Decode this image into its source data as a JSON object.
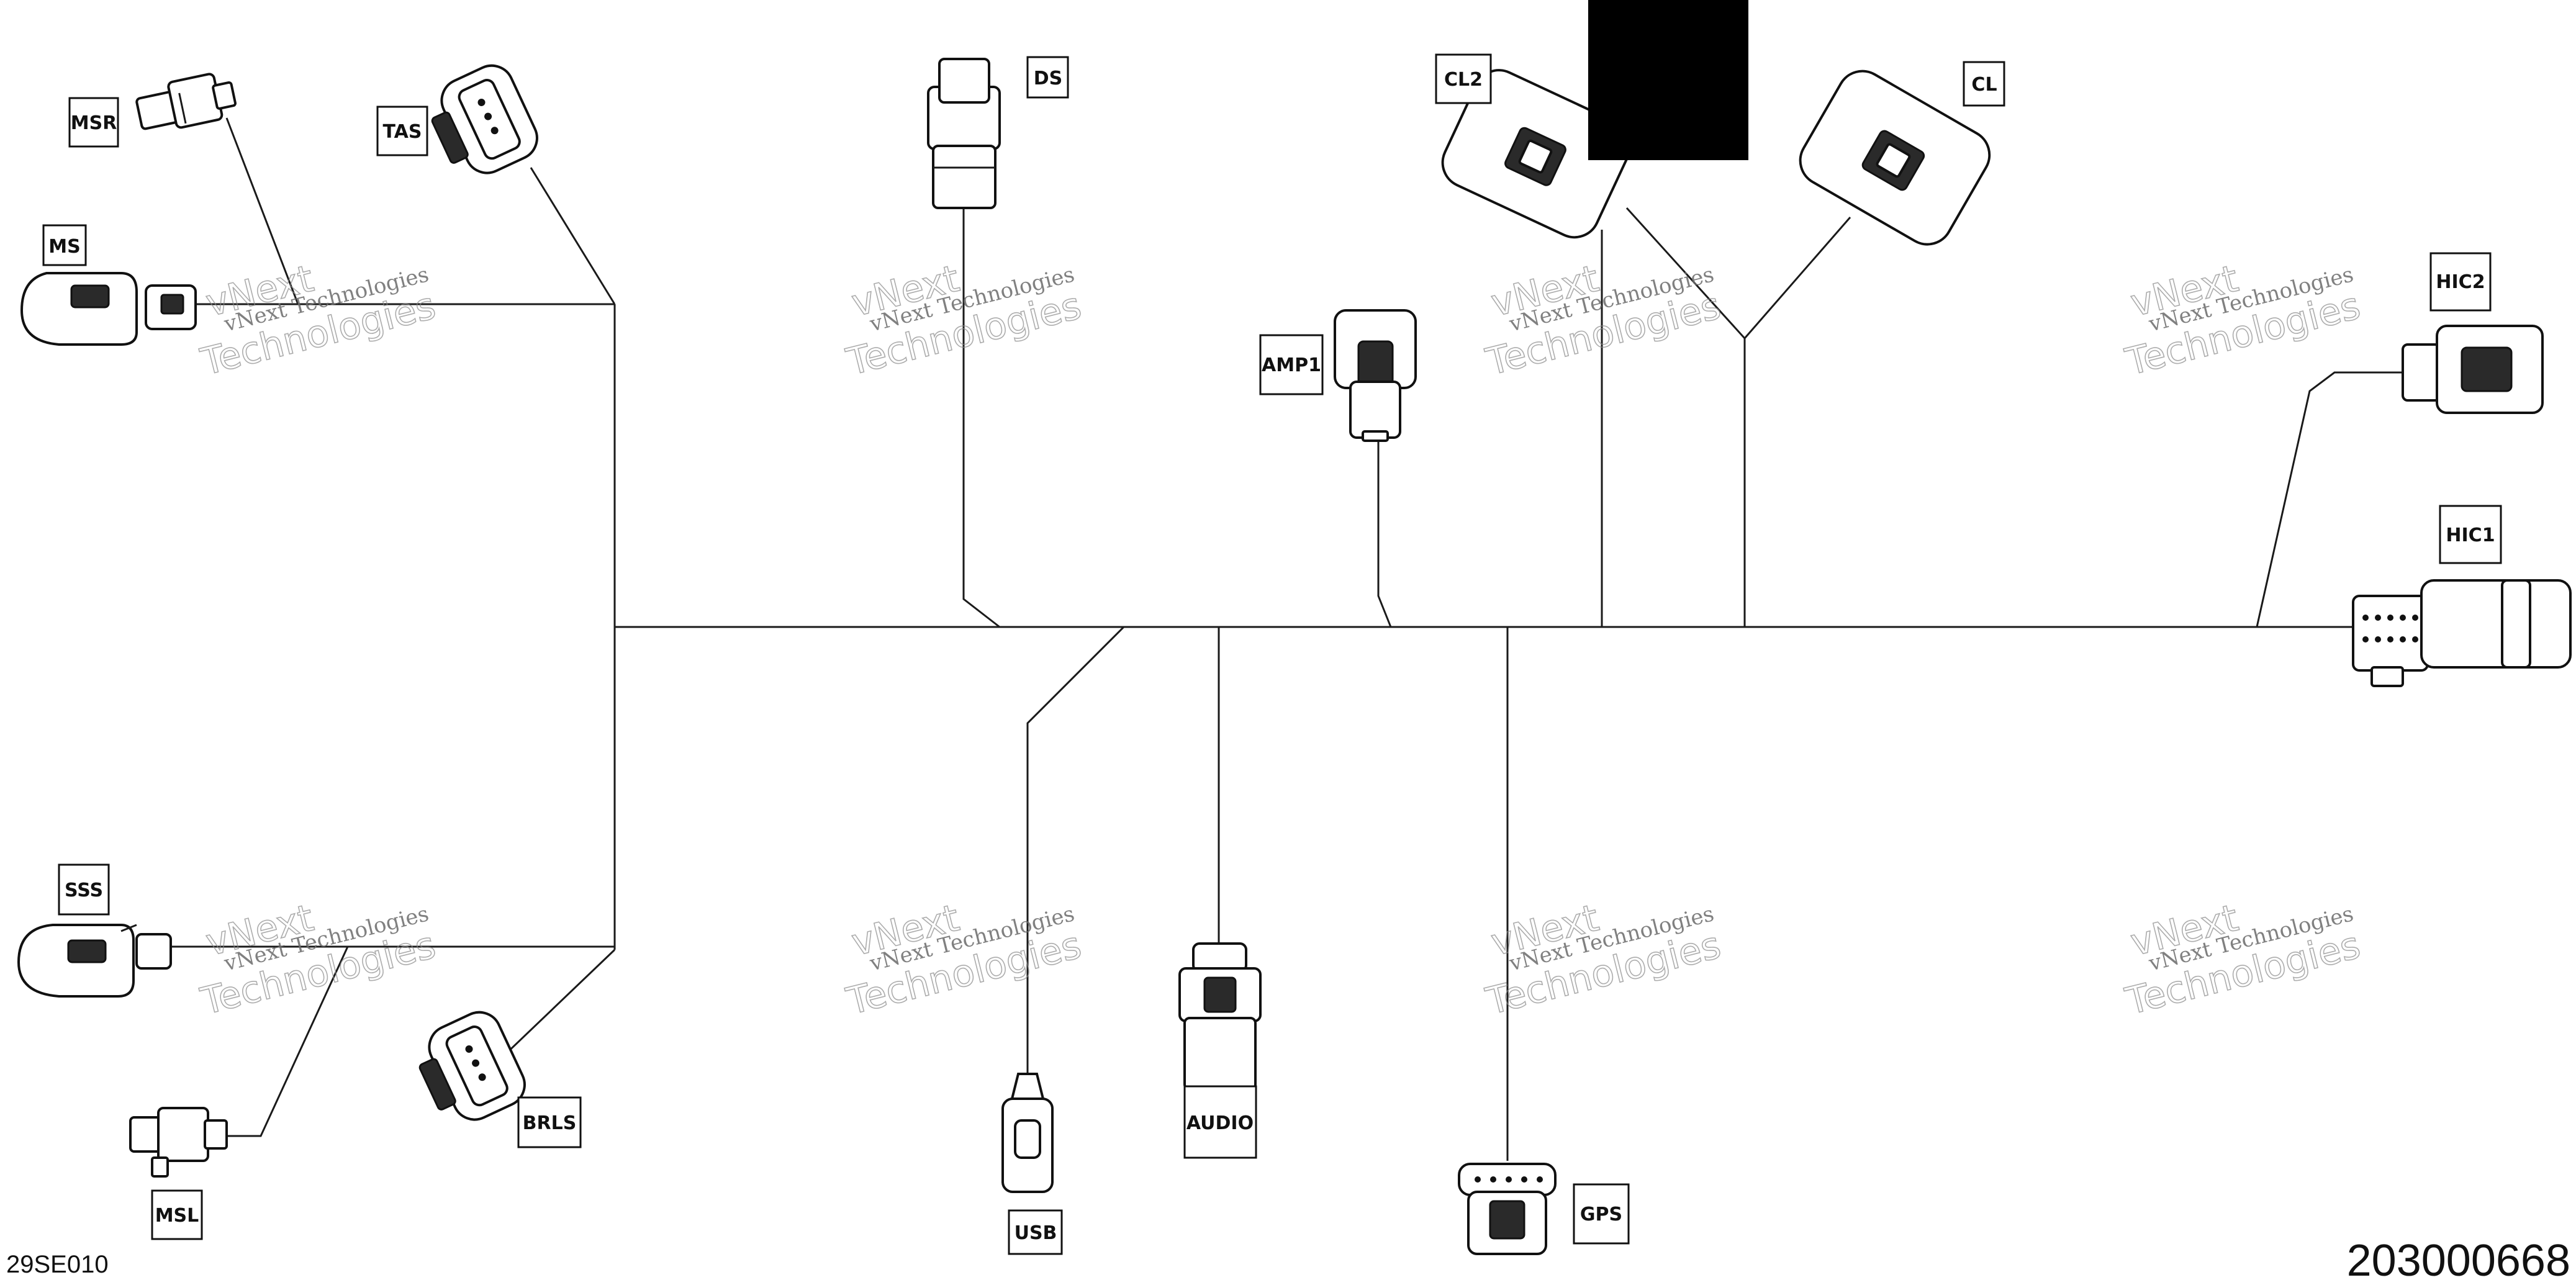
{
  "labels": {
    "msr": "MSR",
    "tas": "TAS",
    "ms": "MS",
    "ds": "DS",
    "cl2": "CL2",
    "cl": "CL",
    "amp1": "AMP1",
    "hic2": "HIC2",
    "hic1": "HIC1",
    "sss": "SSS",
    "msl": "MSL",
    "brls": "BRLS",
    "usb": "USB",
    "audio": "AUDIO",
    "gps": "GPS"
  },
  "watermark": {
    "line1": "vNext Technologies",
    "line2": "Technologies"
  },
  "footer": {
    "left_code": "29SE010",
    "right_code": "203000668"
  },
  "colors": {
    "line": "#1a1a1a",
    "redaction": "#000000",
    "watermark": "#8a8a8a"
  }
}
